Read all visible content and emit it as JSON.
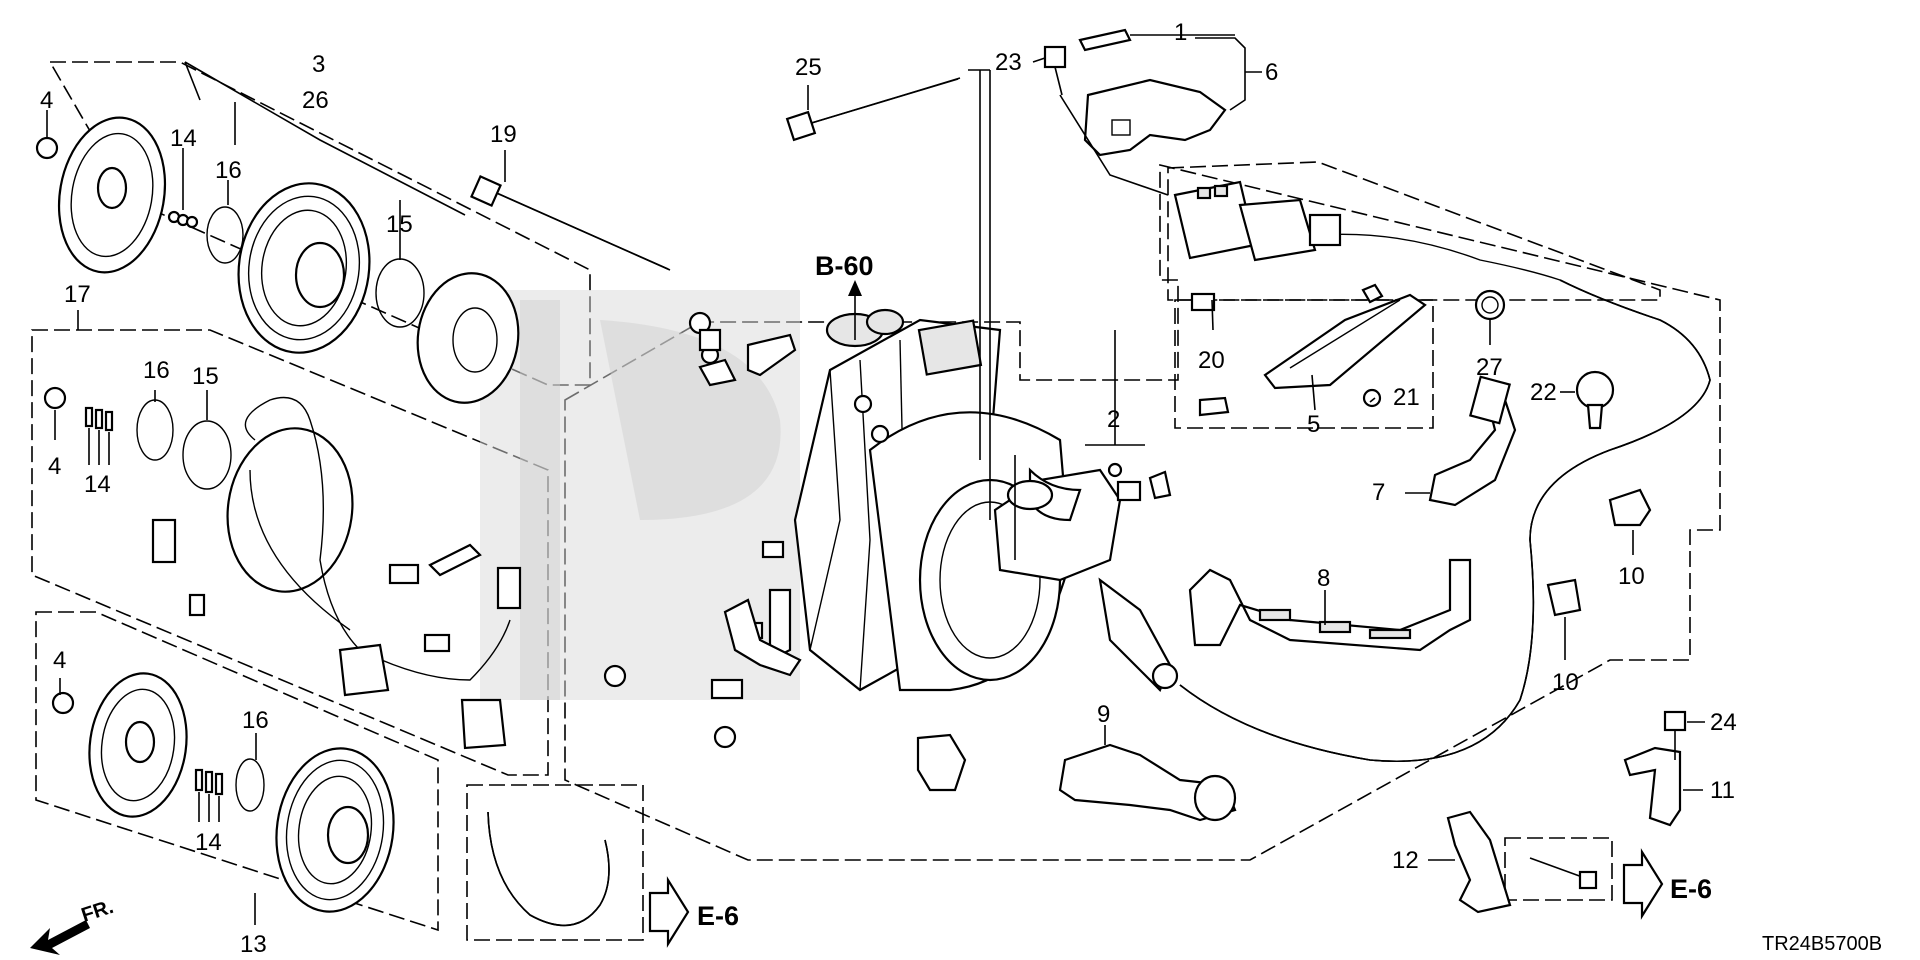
{
  "diagram": {
    "callouts": [
      "1",
      "2",
      "3",
      "26",
      "4",
      "5",
      "6",
      "7",
      "8",
      "9",
      "10",
      "11",
      "12",
      "13",
      "14",
      "15",
      "16",
      "17",
      "19",
      "20",
      "21",
      "22",
      "23",
      "24",
      "25",
      "27"
    ],
    "references": {
      "b60": "B-60",
      "e6_left": "E-6",
      "e6_right": "E-6"
    },
    "direction_label": "FR.",
    "drawing_code": "TR24B5700B"
  }
}
